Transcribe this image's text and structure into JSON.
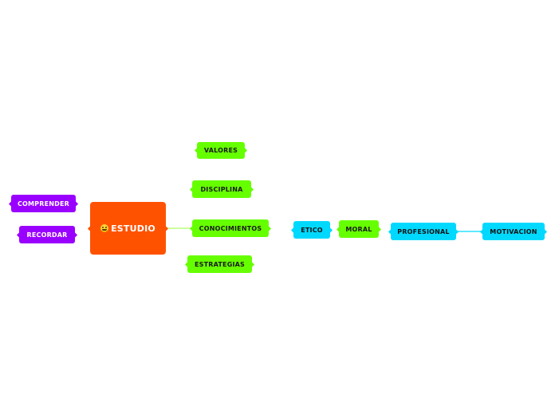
{
  "diagram": {
    "root": {
      "label": "ESTUDIO",
      "icon": "grinning-face-icon",
      "color": "#ff5200"
    },
    "left_branches": [
      {
        "label": "COMPRENDER",
        "color": "#9a00ff"
      },
      {
        "label": "RECORDAR",
        "color": "#9a00ff"
      }
    ],
    "right_branches": [
      {
        "label": "VALORES",
        "color": "#66ff00"
      },
      {
        "label": "DISCIPLINA",
        "color": "#66ff00"
      },
      {
        "label": "CONOCIMIENTOS",
        "color": "#66ff00"
      },
      {
        "label": "ESTRATEGIAS",
        "color": "#66ff00"
      }
    ],
    "chain": [
      {
        "label": "ETICO",
        "color": "#00d9ff"
      },
      {
        "label": "MORAL",
        "color": "#66ff00"
      },
      {
        "label": "PROFESIONAL",
        "color": "#00d9ff"
      },
      {
        "label": "MOTIVACION",
        "color": "#00d9ff"
      }
    ]
  }
}
